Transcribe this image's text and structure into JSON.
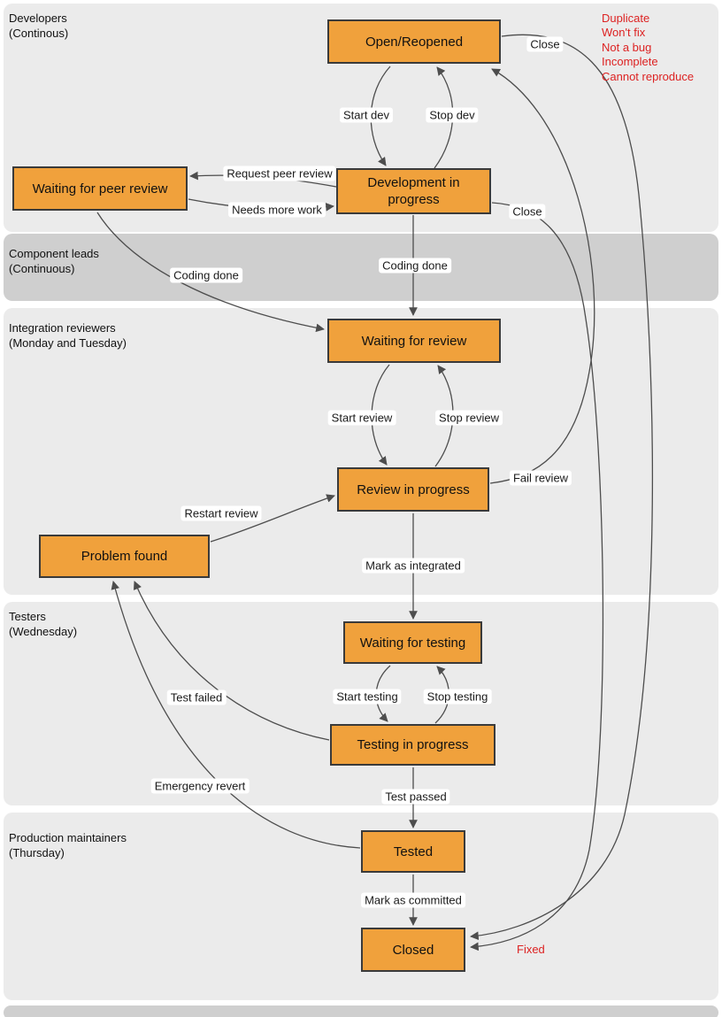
{
  "lanes": [
    {
      "line1": "Developers",
      "line2": "(Continous)"
    },
    {
      "line1": "Component leads",
      "line2": "(Continuous)"
    },
    {
      "line1": "Integration reviewers",
      "line2": "(Monday and Tuesday)"
    },
    {
      "line1": "Testers",
      "line2": "(Wednesday)"
    },
    {
      "line1": "Production maintainers",
      "line2": "(Thursday)"
    }
  ],
  "states": {
    "open": "Open/Reopened",
    "waiting_peer_review": "Waiting for peer review",
    "development": "Development in progress",
    "waiting_review": "Waiting for review",
    "review": "Review in progress",
    "problem_found": "Problem found",
    "waiting_testing": "Waiting for testing",
    "testing": "Testing in progress",
    "tested": "Tested",
    "closed": "Closed"
  },
  "transitions": {
    "start_dev": "Start dev",
    "stop_dev": "Stop dev",
    "request_peer_review": "Request peer review",
    "needs_more_work": "Needs more work",
    "close_open": "Close",
    "close_dev": "Close",
    "coding_done_peer": "Coding done",
    "coding_done_dev": "Coding done",
    "start_review": "Start review",
    "stop_review": "Stop review",
    "fail_review": "Fail review",
    "restart_review": "Restart review",
    "mark_as_integrated": "Mark as integrated",
    "start_testing": "Start testing",
    "stop_testing": "Stop testing",
    "test_failed": "Test failed",
    "test_passed": "Test passed",
    "emergency_revert": "Emergency revert",
    "mark_as_committed": "Mark as committed"
  },
  "annotations": {
    "close_reasons": [
      "Duplicate",
      "Won't fix",
      "Not a bug",
      "Incomplete",
      "Cannot reproduce"
    ],
    "fixed": "Fixed"
  },
  "colors": {
    "state_fill": "#f0a13c",
    "state_border": "#3a3a3a",
    "lane_light": "#ebebeb",
    "lane_dark": "#cfcfcf",
    "annotation_red": "#dd2222",
    "edge": "#4d4d4d"
  }
}
